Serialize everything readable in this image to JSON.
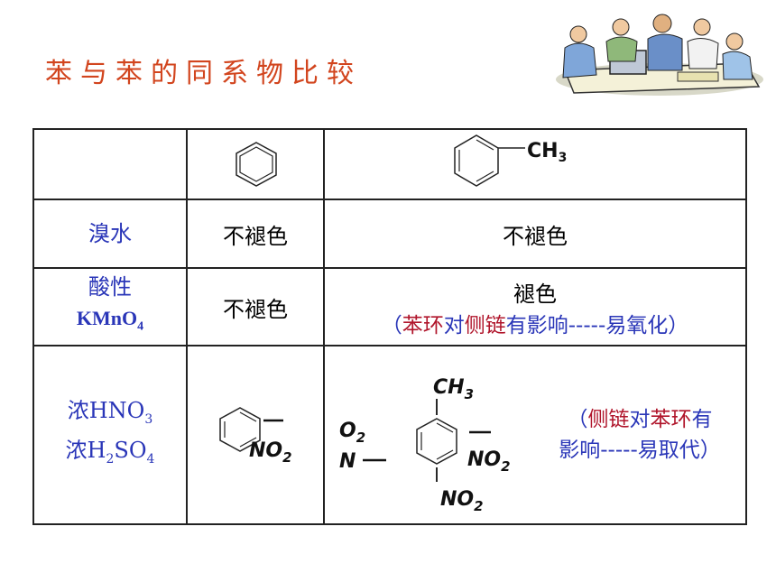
{
  "title": "苯与苯的同系物比较",
  "table": {
    "header": {
      "benzene_alt": "benzene",
      "toluene_group": "CH",
      "toluene_sub": "3"
    },
    "rows": [
      {
        "label": "溴水",
        "benzene": "不褪色",
        "toluene": "不褪色"
      },
      {
        "label_line1": "酸性",
        "label_kmno": "KMnO",
        "label_sub": "4",
        "benzene": "不褪色",
        "toluene": "褪色",
        "note": {
          "open": "（",
          "part1": "苯环",
          "part2": "对",
          "part3": "侧链",
          "part4": "有影响-----易氧化）"
        }
      },
      {
        "label_a_pre": "浓HNO",
        "label_a_sub": "3",
        "label_b_pre": "浓H",
        "label_b_sub1": "2",
        "label_b_mid": "SO",
        "label_b_sub2": "4",
        "benzene_product": {
          "no": "NO",
          "sub": "2"
        },
        "toluene_product": {
          "ch": "CH",
          "ch_sub": "3",
          "o2_o": "O",
          "o2_sub": "2",
          "n": "N",
          "no": "NO",
          "no_sub": "2"
        },
        "note": {
          "open": "（",
          "part1": "侧链",
          "part2": "对",
          "part3": "苯环",
          "part4": "有",
          "line2": "影响-----易取代）"
        }
      }
    ]
  },
  "colors": {
    "title": "#d2451e",
    "label": "#2a36b8",
    "emphasis": "#b0152b"
  },
  "decor": {
    "clipart": "business-people-at-laptop-icon"
  }
}
